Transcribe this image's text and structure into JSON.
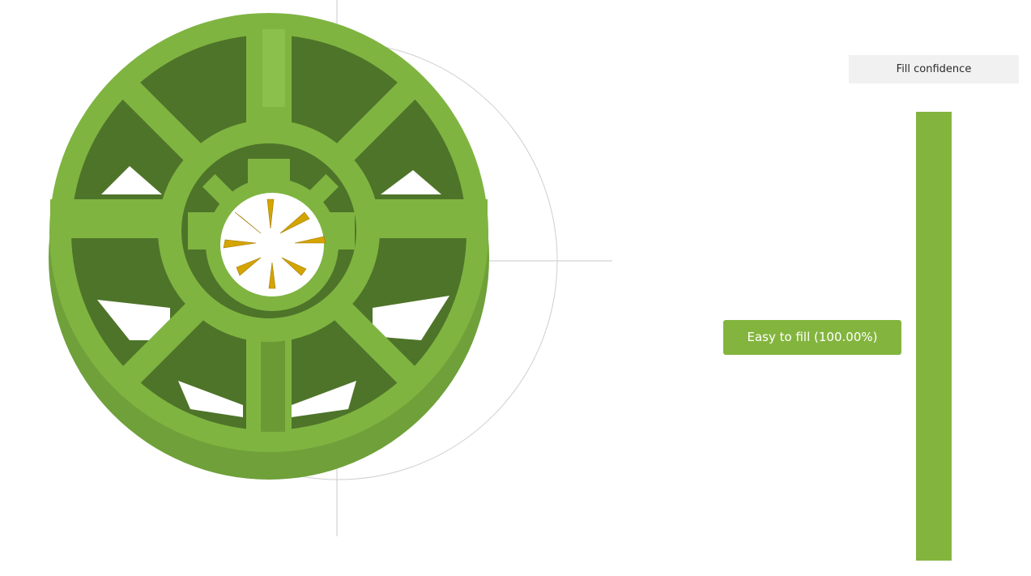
{
  "legend": {
    "title": "Fill confidence",
    "label": "Easy to fill (100.00%)",
    "level": 1.0
  },
  "colors": {
    "accent": "#83b53e",
    "part_light": "#7fb441",
    "part_mid": "#6b9a35",
    "part_dark": "#4a6f28",
    "gate": "#d4a400"
  },
  "icons": {
    "injection_points": "cone-icon"
  }
}
